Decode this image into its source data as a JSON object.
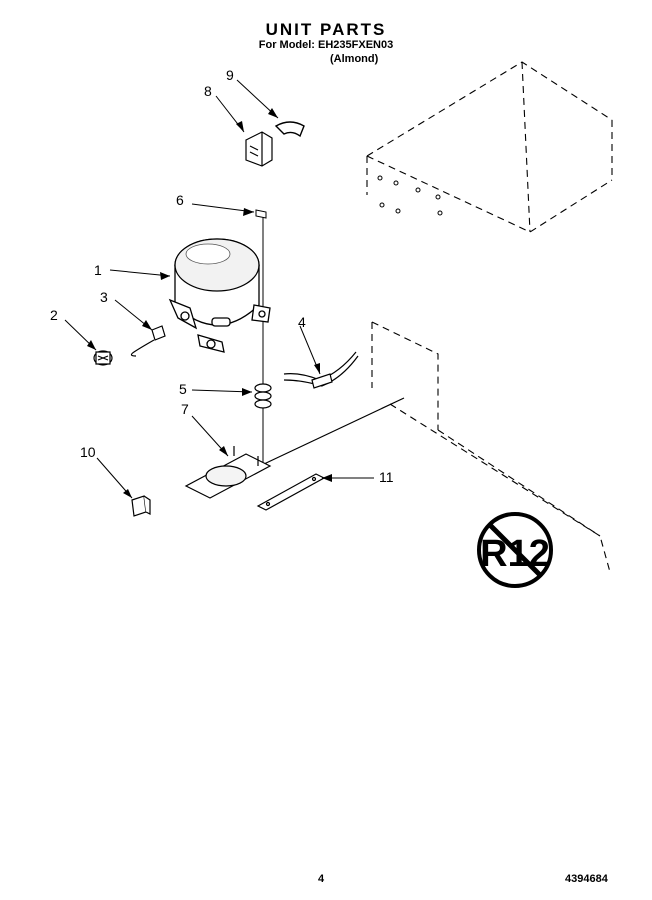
{
  "header": {
    "title": "UNIT PARTS",
    "subtitle": "For Model: EH235FXEN03",
    "variant": "(Almond)"
  },
  "callouts": [
    "1",
    "2",
    "3",
    "4",
    "5",
    "6",
    "7",
    "8",
    "9",
    "10",
    "11"
  ],
  "badge": {
    "text": "R12",
    "icon": "no-r12-refrigerant-icon"
  },
  "footer": {
    "page_number": "4",
    "doc_code": "4394684"
  }
}
